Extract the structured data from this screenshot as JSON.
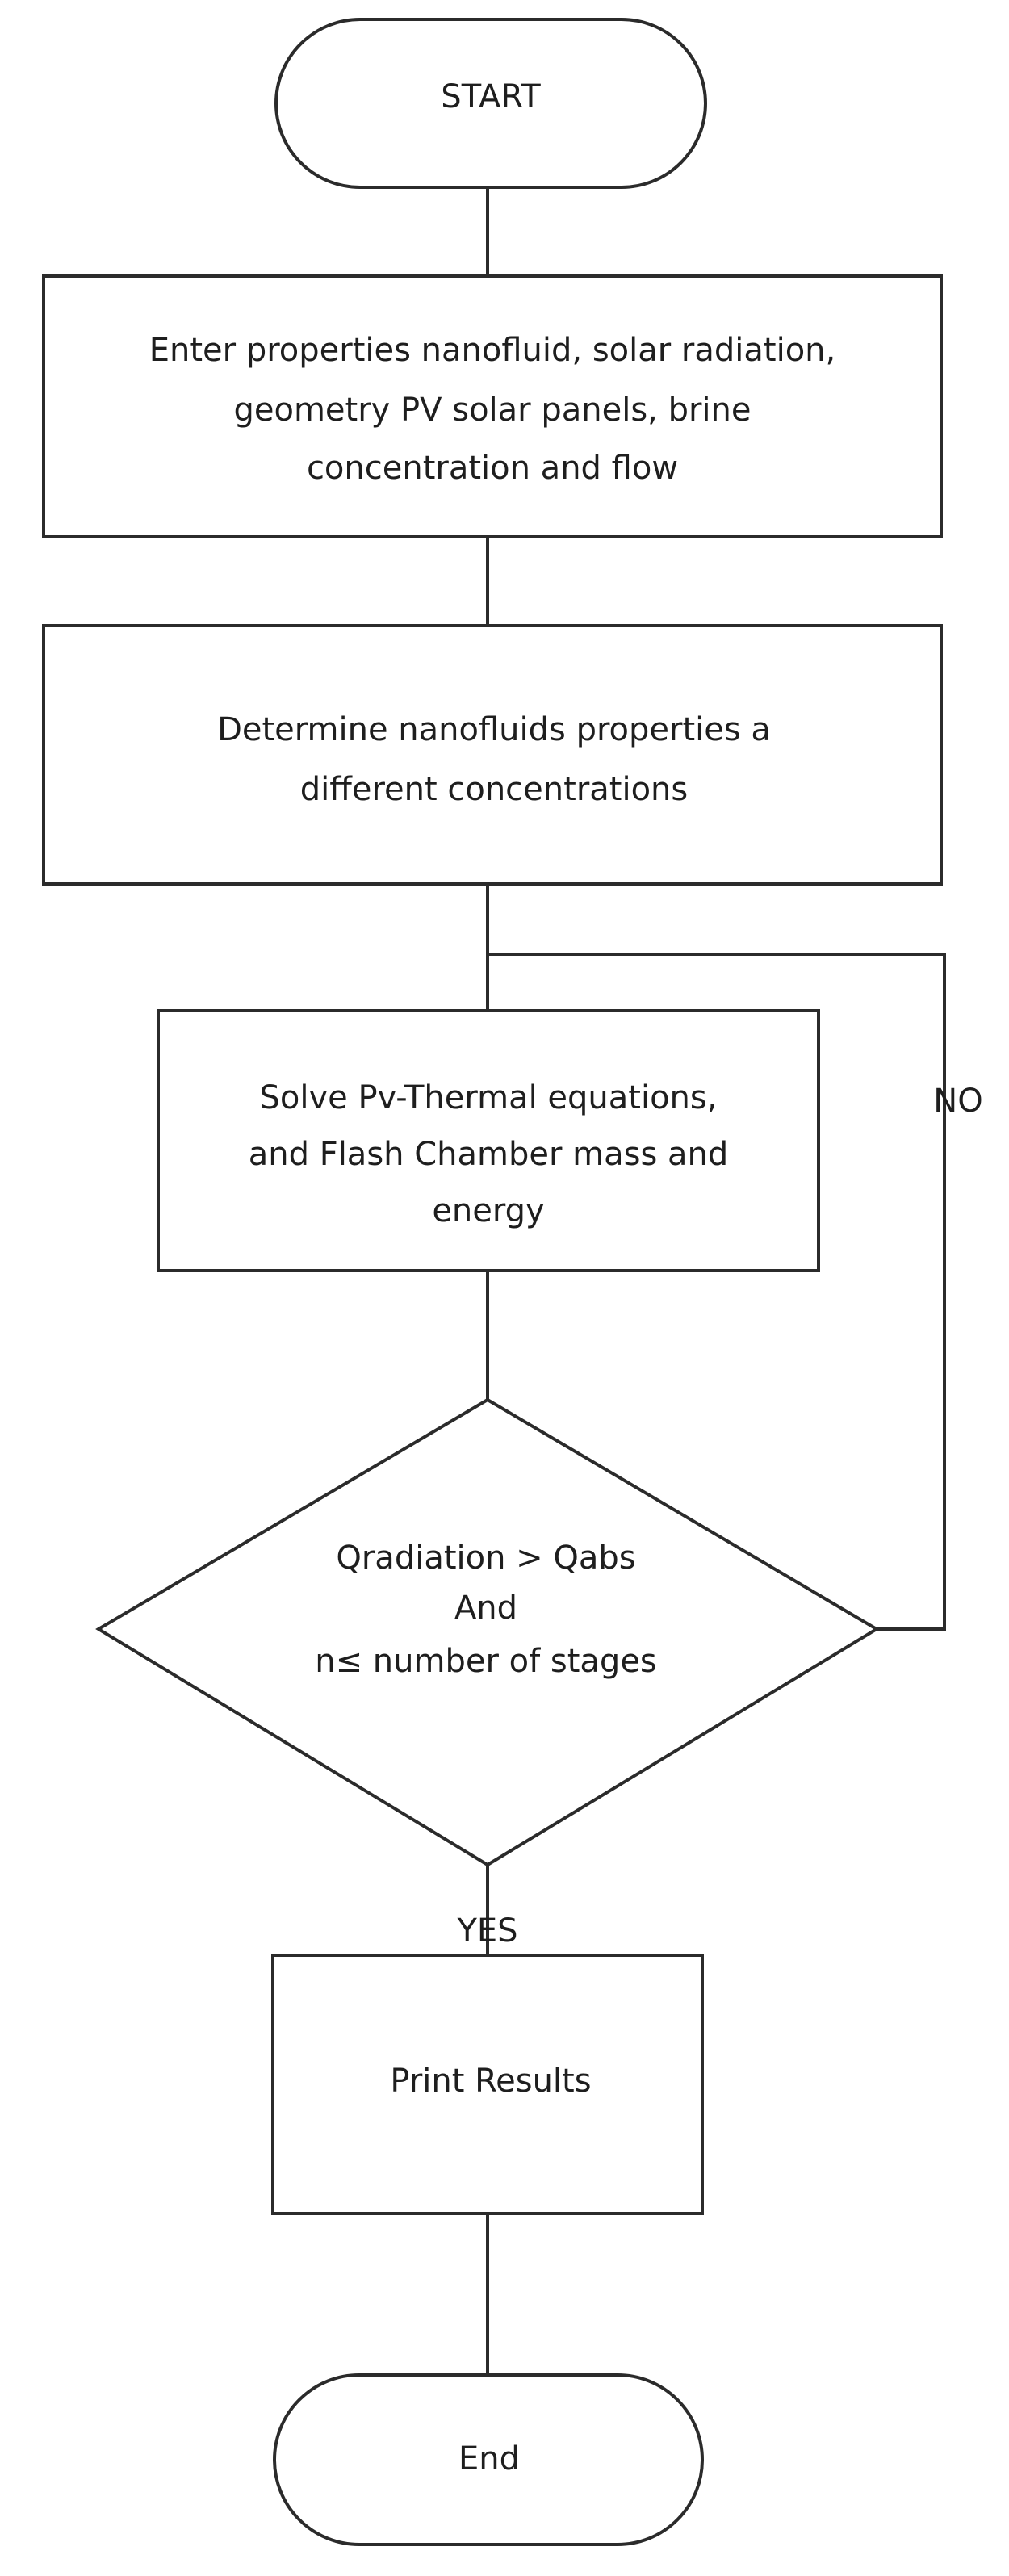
{
  "flowchart": {
    "start": {
      "label": "START"
    },
    "input_step": {
      "lines": [
        "Enter properties nanofluid, solar radiation,",
        "geometry PV solar panels, brine",
        "concentration and flow"
      ]
    },
    "properties_step": {
      "lines": [
        "Determine nanofluids properties a",
        "different concentrations"
      ]
    },
    "solve_step": {
      "lines": [
        "Solve Pv-Thermal equations,",
        "and Flash Chamber mass and",
        "energy"
      ]
    },
    "decision": {
      "lines": [
        "Qradiation > Qabs",
        "And",
        "n≤ number of stages"
      ]
    },
    "no_label": "NO",
    "yes_label": "YES",
    "print_step": {
      "label": "Print Results"
    },
    "end": {
      "label": "End"
    }
  },
  "colors": {
    "stroke": "#2b2b2b",
    "text": "#1e1e1e",
    "background": "#ffffff"
  }
}
